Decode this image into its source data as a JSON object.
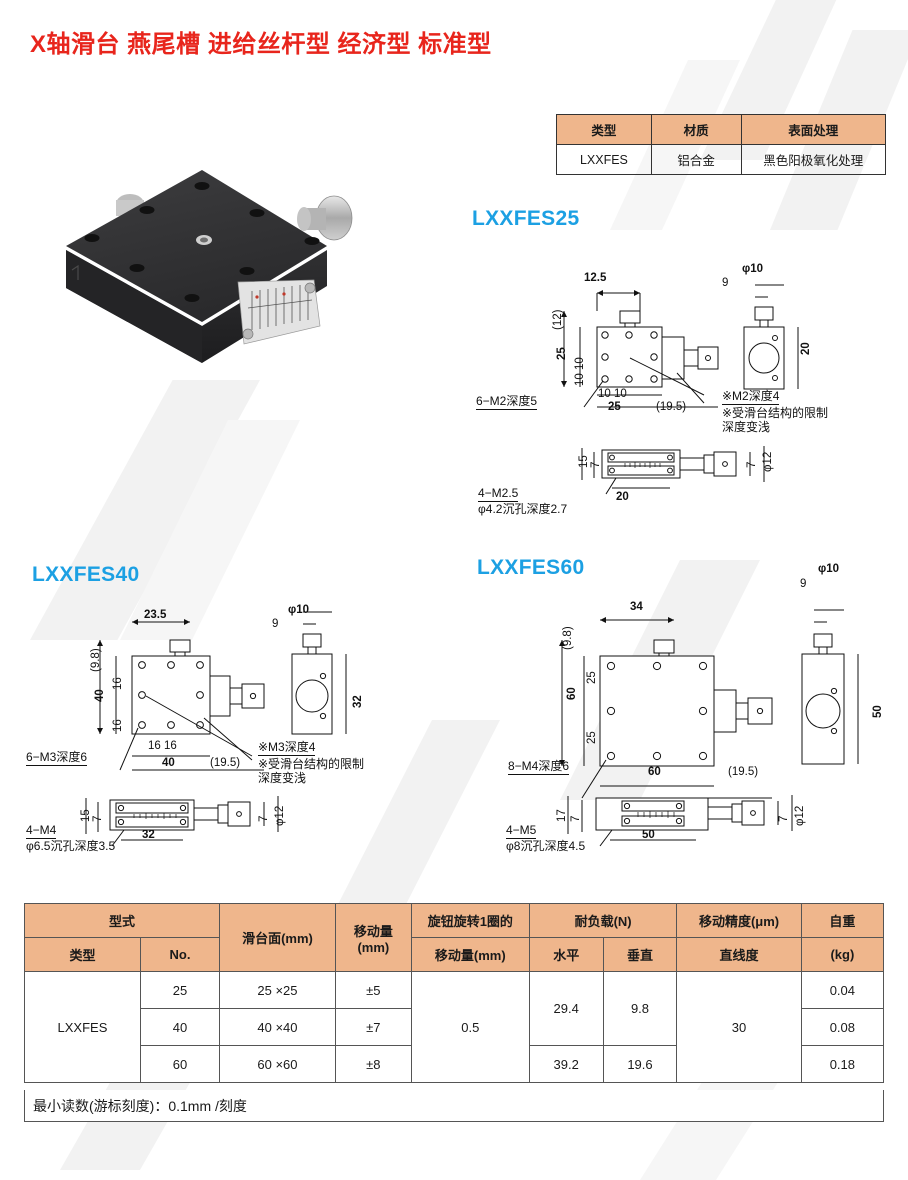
{
  "page_title": "X轴滑台 燕尾槽 进给丝杆型 经济型 标准型",
  "colors": {
    "title_red": "#E8251C",
    "model_blue": "#1CA0E3",
    "table_header": "#EFB68C"
  },
  "material_table": {
    "headers": [
      "类型",
      "材质",
      "表面处理"
    ],
    "rows": [
      [
        "LXXFES",
        "铝合金",
        "黑色阳极氧化处理"
      ]
    ]
  },
  "product_photo": {
    "alt": "黑色阳极氧化铝合金X轴燕尾槽滑台"
  },
  "drawings": [
    {
      "model": "LXXFES25",
      "top_width": "12.5",
      "height_paren": "(12)",
      "body": "25",
      "pitch_v": "10 10",
      "pitch_h": "10 10",
      "base": "25",
      "depth_paren": "(19.5)",
      "thread_note": "6−M2深度5",
      "star_note1": "※M2深度4",
      "star_note2": "※受滑台结构的限制",
      "star_note3": "深度变浅",
      "knob_dia": "φ10",
      "knob_off": "9",
      "side_h": "20",
      "bot_h1": "15",
      "bot_h2": "7",
      "bot_len": "20",
      "bot_h3": "7",
      "bot_dia": "φ12",
      "bot_note1": "4−M2.5",
      "bot_note2": "φ4.2沉孔深度2.7"
    },
    {
      "model": "LXXFES40",
      "top_width": "23.5",
      "height_paren": "(9.8)",
      "body": "40",
      "pitch_v": "16 16",
      "pitch_h": "16 16",
      "base": "40",
      "depth_paren": "(19.5)",
      "thread_note": "6−M3深度6",
      "star_note1": "※M3深度4",
      "star_note2": "※受滑台结构的限制",
      "star_note3": "深度变浅",
      "knob_dia": "φ10",
      "knob_off": "9",
      "side_h": "32",
      "bot_h1": "15",
      "bot_h2": "7",
      "bot_len": "32",
      "bot_h3": "7",
      "bot_dia": "φ12",
      "bot_note1": "4−M4",
      "bot_note2": "φ6.5沉孔深度3.5"
    },
    {
      "model": "LXXFES60",
      "top_width": "34",
      "height_paren": "(9.8)",
      "body": "60",
      "pitch_v": "25 25",
      "pitch_h": "25 25",
      "base": "60",
      "depth_paren": "(19.5)",
      "thread_note": "8−M4深度6",
      "knob_dia": "φ10",
      "knob_off": "9",
      "side_h": "50",
      "bot_h1": "17",
      "bot_h2": "7",
      "bot_len": "50",
      "bot_h3": "7",
      "bot_dia": "φ12",
      "bot_note1": "4−M5",
      "bot_note2": "φ8沉孔深度4.5"
    }
  ],
  "spec_table": {
    "headers": {
      "model_group": "型式",
      "type": "类型",
      "no": "No.",
      "table_surface": "滑台面(mm)",
      "travel": "移动量",
      "travel_unit": "(mm)",
      "per_turn": "旋钮旋转1圈的",
      "per_turn_unit": "移动量(mm)",
      "load": "耐负载(N)",
      "horizontal": "水平",
      "vertical": "垂直",
      "accuracy": "移动精度(μm)",
      "straightness": "直线度",
      "weight": "自重",
      "weight_unit": "(kg)"
    },
    "type_value": "LXXFES",
    "per_turn_value": "0.5",
    "straightness_value": "30",
    "rows": [
      {
        "no": "25",
        "surface": "25 ×25",
        "travel": "±5",
        "weight": "0.04"
      },
      {
        "no": "40",
        "surface": "40 ×40",
        "travel": "±7",
        "weight": "0.08"
      },
      {
        "no": "60",
        "surface": "60 ×60",
        "travel": "±8",
        "weight": "0.18"
      }
    ],
    "load_groups": [
      {
        "horizontal": "29.4",
        "vertical": "9.8",
        "span": 2
      },
      {
        "horizontal": "39.2",
        "vertical": "19.6",
        "span": 1
      }
    ],
    "footnote": "最小读数(游标刻度)：0.1mm /刻度"
  }
}
